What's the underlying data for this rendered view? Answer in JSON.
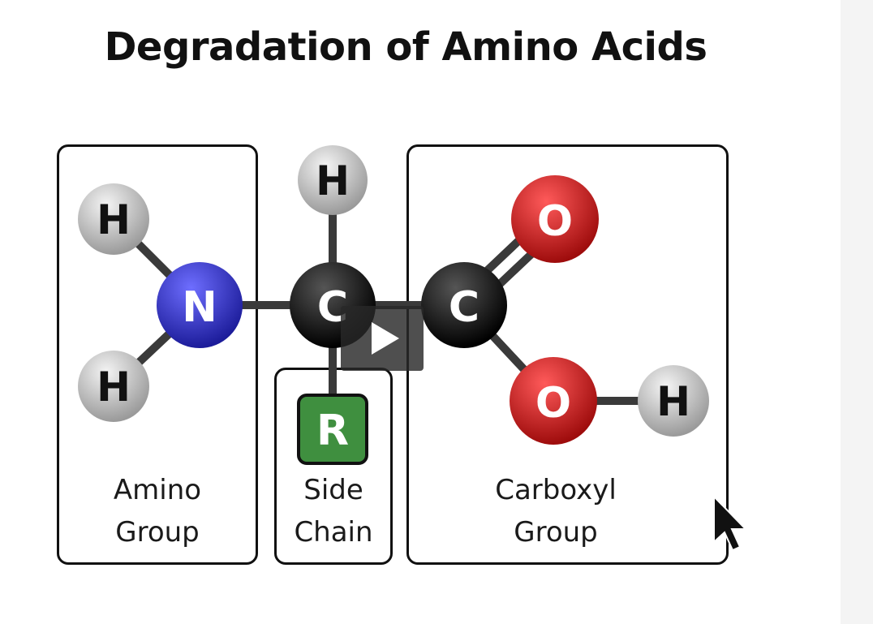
{
  "title": "Degradation of Amino Acids",
  "groups": {
    "amino": {
      "line1": "Amino",
      "line2": "Group"
    },
    "side": {
      "line1": "Side",
      "line2": "Chain"
    },
    "carboxyl": {
      "line1": "Carboxyl",
      "line2": "Group"
    }
  },
  "atoms": {
    "h_amino_top": "H",
    "h_amino_bottom": "H",
    "n": "N",
    "h_alpha_top": "H",
    "c_alpha": "C",
    "r_side": "R",
    "c_carboxyl": "C",
    "o_double": "O",
    "o_hydroxyl": "O",
    "h_hydroxyl": "H"
  },
  "colors": {
    "hydrogen": "#c8c8c8",
    "nitrogen": "#2b2bd6",
    "carbon": "#0a0a0a",
    "oxygen": "#d41414",
    "side_chain": "#3f8f3f"
  }
}
